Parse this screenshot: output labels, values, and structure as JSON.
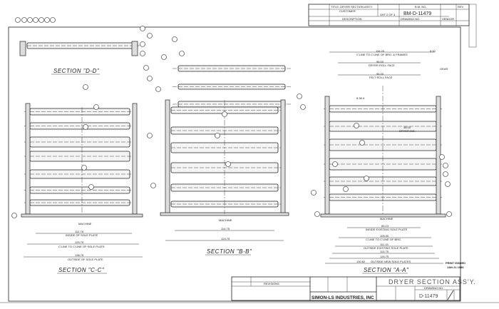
{
  "title_block_top": {
    "title": "TITLE: DRYER SECTION ASS'Y.",
    "customer": "CUSTOMER",
    "sheet": "SHT 2 OF 3",
    "description": "DESCRIPTION",
    "bm_no_label": "B.M. NO.",
    "bm_no": "BM-D-11479",
    "drawing_no_label": "DRAWING NO.",
    "vendor": "VENDOR",
    "rev": "REV"
  },
  "sections": {
    "d": {
      "label": "SECTION \"D-D\""
    },
    "c": {
      "label": "SECTION \"C-C\"",
      "machine": "MACHINE",
      "dims": [
        {
          "value": "112.75",
          "note": "INSIDE OF SOLE PLATE"
        },
        {
          "value": "125.75",
          "note": "C'LINE TO C'LINE OF SOLE PLATE"
        },
        {
          "value": "138.75",
          "note": "OUTSIDE OF SOLE PLATE"
        }
      ]
    },
    "b": {
      "label": "SECTION \"B-B\"",
      "machine": "MACHINE",
      "dims": [
        {
          "value": "114.75",
          "note": ""
        },
        {
          "value": "124.75",
          "note": ""
        }
      ]
    },
    "a": {
      "label": "SECTION \"A-A\"",
      "machine": "MACHINE",
      "top_dims": [
        {
          "value": "116.25",
          "note": "C'LINE TO C'LINE OF BRG. & FRAMES"
        },
        {
          "value": "96.00",
          "note": "DRYER ROLL FACE"
        },
        {
          "value": "96.00",
          "note": "FELT ROLL FACE"
        }
      ],
      "gear_offset": "8.00",
      "gear": "GEAR",
      "roll_dia": "8.38 #",
      "dryer_dia": "48.00",
      "dryer_dia_note": "DRYER DIA.",
      "dims": [
        {
          "value": "83.13",
          "note": "INSIDE EXISTING SOLE PLATE"
        },
        {
          "value": "105.00",
          "note": "C'LINE TO C'LINE OF BRG."
        },
        {
          "value": "111.13",
          "note": "OUTSIDE EXISTING SOLE PLATE"
        },
        {
          "value": "113.75",
          "note": ""
        },
        {
          "value": "126.75",
          "note": ""
        },
        {
          "value": "130.62",
          "note": "OUTSIDE NEW SOLE PLATES"
        }
      ]
    }
  },
  "stamp": {
    "line1": "PRINT ISSUED",
    "line2": "JAN 21 1986"
  },
  "title_block": {
    "revisions": "REVISIONS",
    "company": "SIMON-LS INDUSTRIES, INC",
    "drawing_title": "DRYER SECTION ASS'Y.",
    "drawing_no_label": "DRAWING NO.",
    "drawing_no": "D-11479"
  }
}
